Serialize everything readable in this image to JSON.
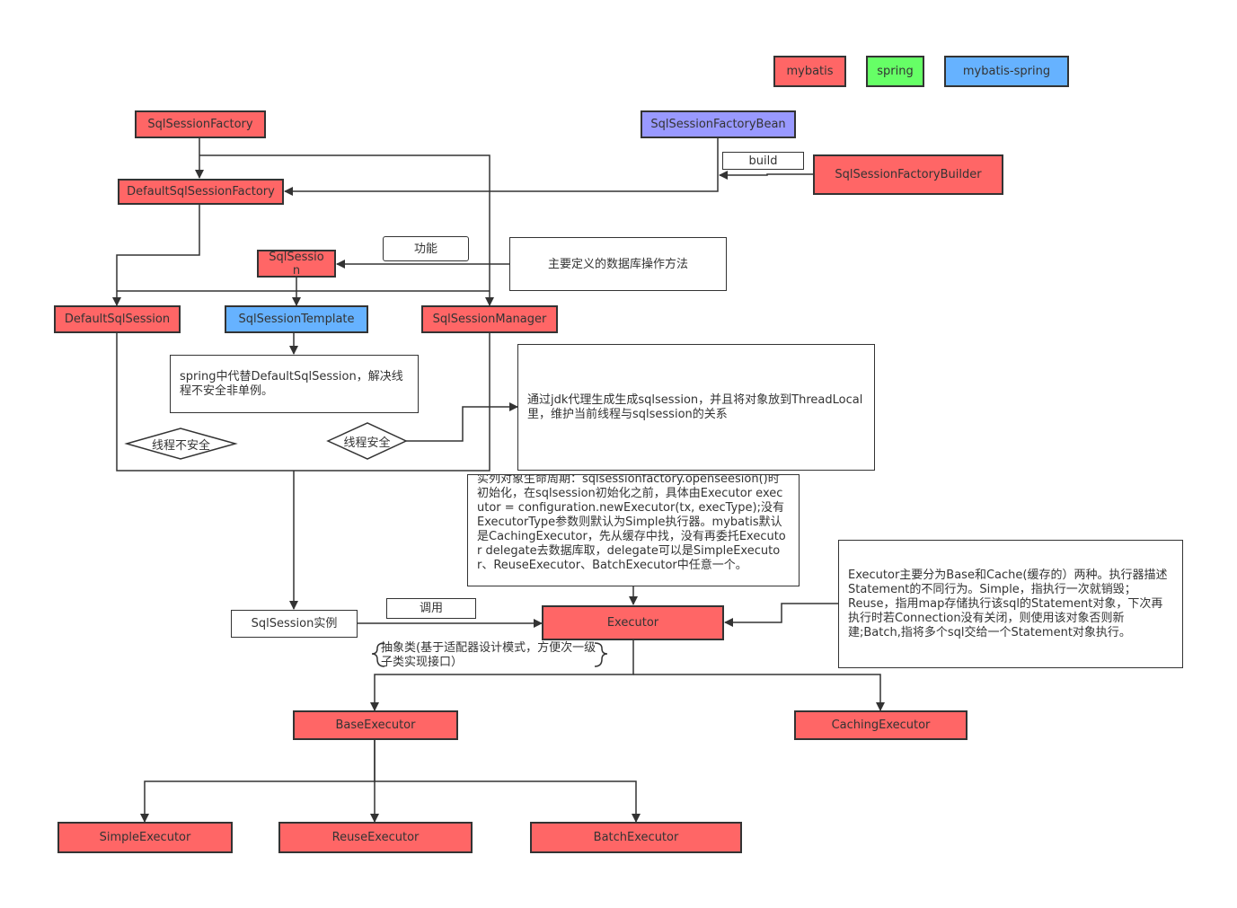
{
  "legend": {
    "mybatis": "mybatis",
    "spring": "spring",
    "mybatis_spring": "mybatis-spring"
  },
  "nodes": {
    "sql_session_factory": "SqlSessionFactory",
    "sql_session_factory_bean": "SqlSessionFactoryBean",
    "build_label": "build",
    "sql_session_factory_builder": "SqlSessionFactoryBuilder",
    "default_sql_session_factory": "DefaultSqlSessionFactory",
    "sql_session_line1": "SqlSessio",
    "sql_session_line2": "n",
    "function_label": "功能",
    "function_desc": "主要定义的数据库操作方法",
    "default_sql_session": "DefaultSqlSession",
    "sql_session_template": "SqlSessionTemplate",
    "sql_session_manager": "SqlSessionManager",
    "template_note": "spring中代替DefaultSqlSession，解决线程不安全非单例。",
    "manager_note": "通过jdk代理生成生成sqlsession，并且将对象放到ThreadLocal里，维护当前线程与sqlsession的关系",
    "thread_unsafe": "线程不安全",
    "thread_safe": "线程安全",
    "lifecycle_note": "实列对象生命周期：sqlsessionfactory.openseesion()时初始化，在sqlsession初始化之前，具体由Executor executor = configuration.newExecutor(tx, execType);没有ExecutorType参数则默认为Simple执行器。mybatis默认是CachingExecutor，先从缓存中找，没有再委托Executor delegate去数据库取，delegate可以是SimpleExecutor、ReuseExecutor、BatchExecutor中任意一个。",
    "sql_session_instance": "SqlSession实例",
    "call_label": "调用",
    "executor": "Executor",
    "executor_note": "Executor主要分为Base和Cache(缓存的）两种。执行器描述Statement的不同行为。Simple，指执行一次就销毁；Reuse，指用map存储执行该sql的Statement对象，下次再执行时若Connection没有关闭，则使用该对象否则新建;Batch,指将多个sql交给一个Statement对象执行。",
    "abstract_note": "抽象类(基于适配器设计模式，方便次一级子类实现接口）",
    "base_executor": "BaseExecutor",
    "caching_executor": "CachingExecutor",
    "simple_executor": "SimpleExecutor",
    "reuse_executor": "ReuseExecutor",
    "batch_executor": "BatchExecutor"
  },
  "colors": {
    "mybatis": "#ff6666",
    "spring": "#66ff66",
    "mybatis_spring": "#66b2ff",
    "factory_bean": "#9999ff",
    "line": "#333333"
  }
}
